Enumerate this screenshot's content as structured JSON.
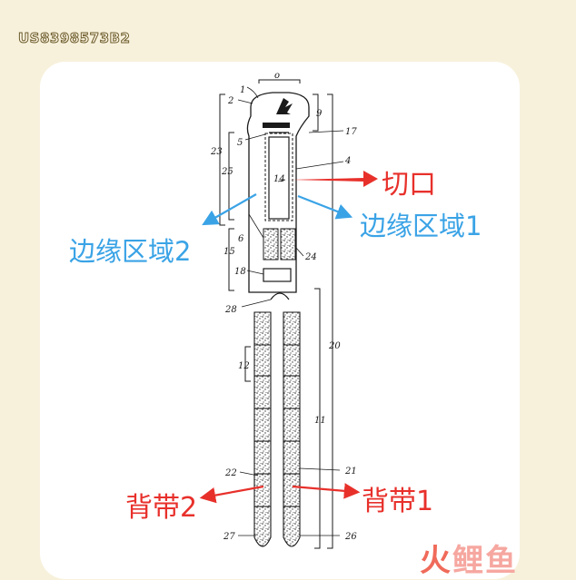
{
  "header": {
    "patent_id": "US8398573B2"
  },
  "annotations": {
    "notch": "切口",
    "edge_region_1": "边缘区域1",
    "edge_region_2": "边缘区域2",
    "strap_1": "背带1",
    "strap_2": "背带2"
  },
  "reference_numerals": {
    "n1": "1",
    "n2": "2",
    "n3": "o",
    "n4": "4",
    "n5": "5",
    "n6": "6",
    "n9": "9",
    "n11": "11",
    "n12": "12",
    "n14": "14",
    "n15": "15",
    "n17": "17",
    "n18": "18",
    "n20": "20",
    "n21": "21",
    "n22": "22",
    "n23": "23",
    "n24": "24",
    "n25": "25",
    "n26": "26",
    "n27": "27",
    "n28": "28"
  },
  "watermark": {
    "part1": "火",
    "part2": "鲤鱼"
  },
  "colors": {
    "background": "#f7f1dc",
    "card": "#ffffff",
    "red": "#e8302b",
    "blue": "#3aa3e6"
  }
}
